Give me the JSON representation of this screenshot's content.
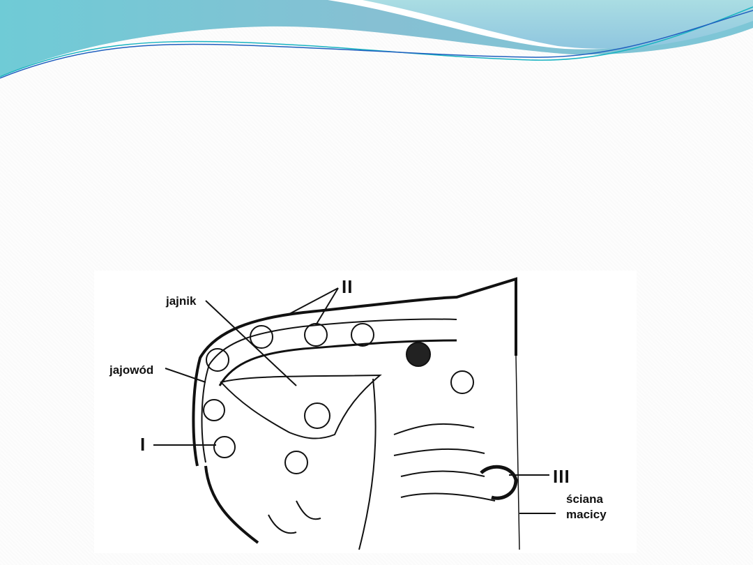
{
  "slide": {
    "background_colors": {
      "wave_dark": "#7fbfd1",
      "wave_light": "#a6dbe3",
      "wave_teal": "#62c6d4",
      "line_blue": "#1f5fbf",
      "line_teal": "#17b3c1"
    }
  },
  "diagram": {
    "labels": {
      "ovary": "jajnik",
      "oviduct": "jajowód",
      "stage_1": "I",
      "stage_2": "II",
      "stage_3": "III",
      "uterine_wall_line1": "ściana",
      "uterine_wall_line2": "macicy"
    }
  }
}
